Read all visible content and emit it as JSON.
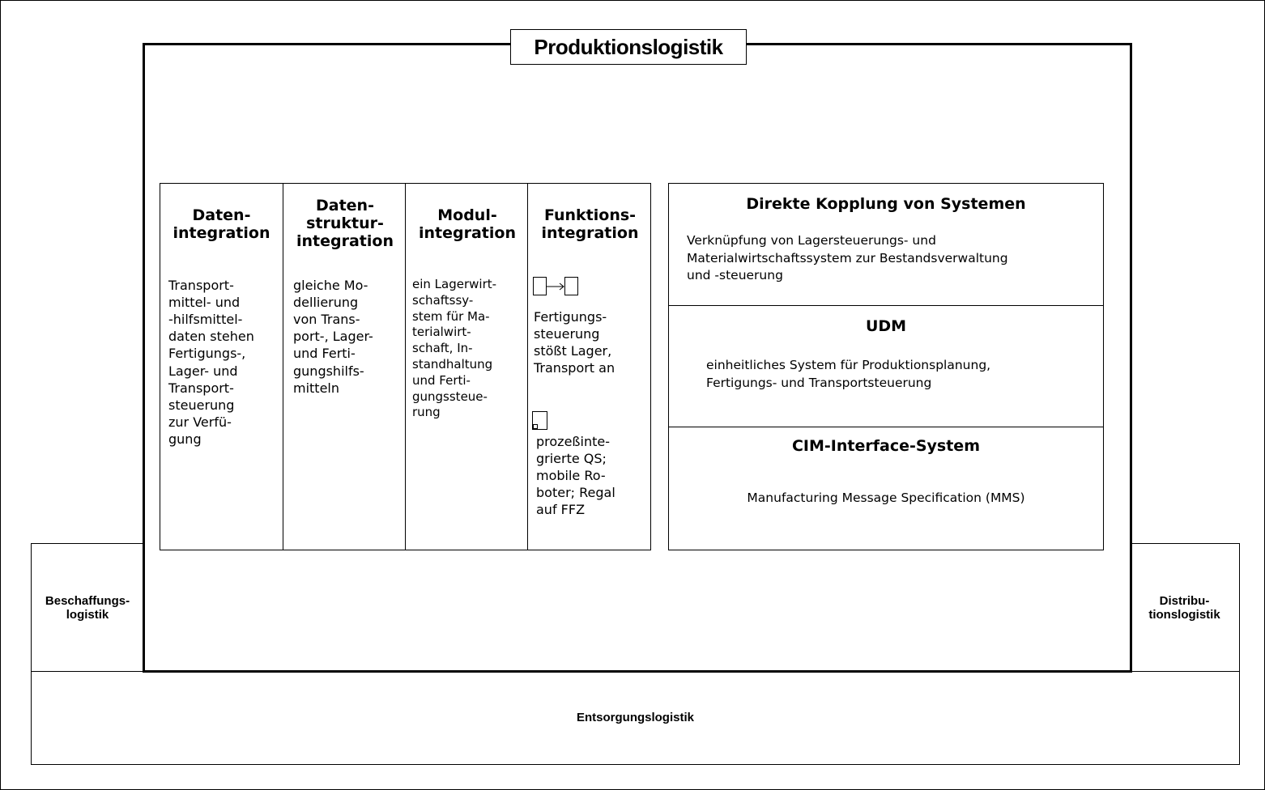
{
  "diagram": {
    "title": "Produktionslogistik",
    "left_label": "Beschaffungs-\nlogistik",
    "right_label": "Distribu-\ntionslogistik",
    "bottom_label": "Entsorgungslogistik",
    "columns": [
      {
        "title": "Daten-\nintegration",
        "text": "Transport-\nmittel- und\n-hilfsmittel-\ndaten stehen\nFertigungs-,\nLager- und\nTransport-\nsteuerung\nzur Verfü-\ngung"
      },
      {
        "title": "Daten-\nstruktur-\nintegration",
        "text": "gleiche Mo-\ndellierung\nvon Trans-\nport-, Lager-\nund Ferti-\ngungshilfs-\nmitteln"
      },
      {
        "title": "Modul-\nintegration",
        "text": "ein Lagerwirt-\nschaftssy-\nstem für Ma-\nterialwirt-\nschaft, In-\nstandhaltung\nund Ferti-\ngungssteue-\nrung"
      },
      {
        "title": "Funktions-\nintegration",
        "text1": "Fertigungs-\nsteuerung\nstößt Lager,\nTransport an",
        "text2": "prozeßinte-\ngrierte QS;\nmobile Ro-\nboter; Regal\nauf FFZ"
      }
    ],
    "right_boxes": [
      {
        "title": "Direkte Kopplung von Systemen",
        "text": "Verknüpfung von Lagersteuerungs- und\nMaterialwirtschaftssystem zur Bestandsverwaltung\nund -steuerung"
      },
      {
        "title": "UDM",
        "text": "einheitliches System für Produktionsplanung,\nFertigungs- und Transportsteuerung"
      },
      {
        "title": "CIM-Interface-System",
        "text": "Manufacturing Message Specification (MMS)"
      }
    ]
  }
}
